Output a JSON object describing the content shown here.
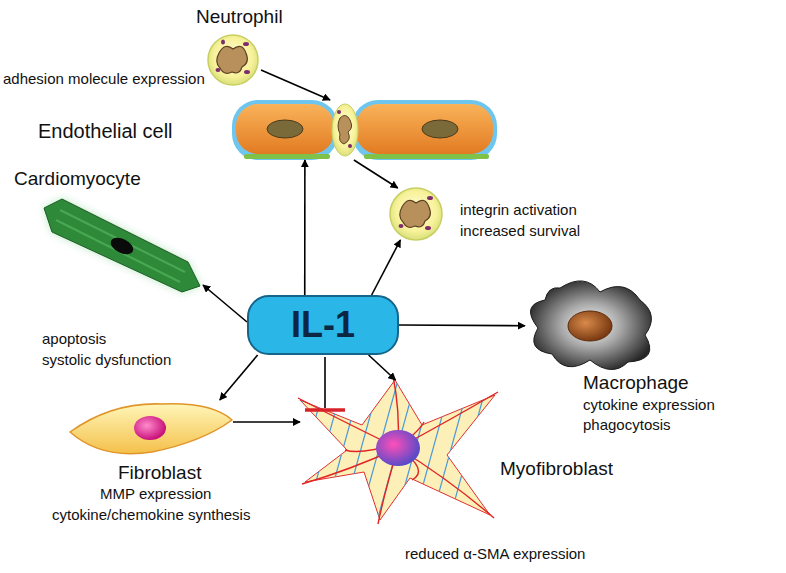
{
  "diagram": {
    "nodes": [
      {
        "text": [
          "Neutrophil",
          "adhesion molecule expression"
        ]
      },
      {
        "text": [
          "Endothelial cell"
        ]
      },
      {
        "text": [
          "integrin activation",
          "increased survival"
        ]
      },
      {
        "text": [
          "Cardiomyocyte",
          "apoptosis",
          "systolic dysfunction"
        ]
      },
      {
        "text": [
          "IL-1"
        ]
      },
      {
        "text": [
          "Macrophage",
          "cytokine expression",
          "phagocytosis"
        ]
      },
      {
        "text": [
          "Fibroblast",
          "MMP expression",
          "cytokine/chemokine synthesis"
        ]
      },
      {
        "text": [
          "Myofibroblast",
          "reduced α-SMA expression"
        ]
      }
    ],
    "edges": [
      {
        "from": 0,
        "to": 1,
        "arrow": "to"
      },
      {
        "from": 1,
        "to": 2,
        "arrow": "to"
      },
      {
        "from": 4,
        "to": 1,
        "arrow": "to"
      },
      {
        "from": 4,
        "to": 2,
        "arrow": "to"
      },
      {
        "from": 4,
        "to": 3,
        "arrow": "to"
      },
      {
        "from": 4,
        "to": 5,
        "arrow": "to"
      },
      {
        "from": 4,
        "to": 6,
        "arrow": "to"
      },
      {
        "from": 4,
        "to": 7,
        "arrow": "to"
      },
      {
        "from": 6,
        "to": 7,
        "arrow": "to"
      }
    ]
  }
}
